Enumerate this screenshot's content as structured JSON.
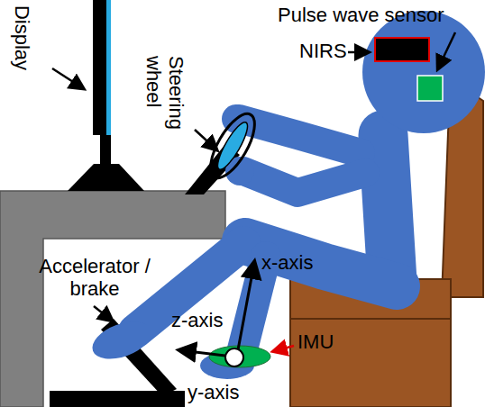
{
  "diagram": {
    "labels": [
      "Display",
      "Steering wheel",
      "Pulse wave sensor",
      "NIRS",
      "Accelerator / brake",
      "x-axis",
      "z-axis",
      "IMU",
      "y-axis"
    ]
  }
}
